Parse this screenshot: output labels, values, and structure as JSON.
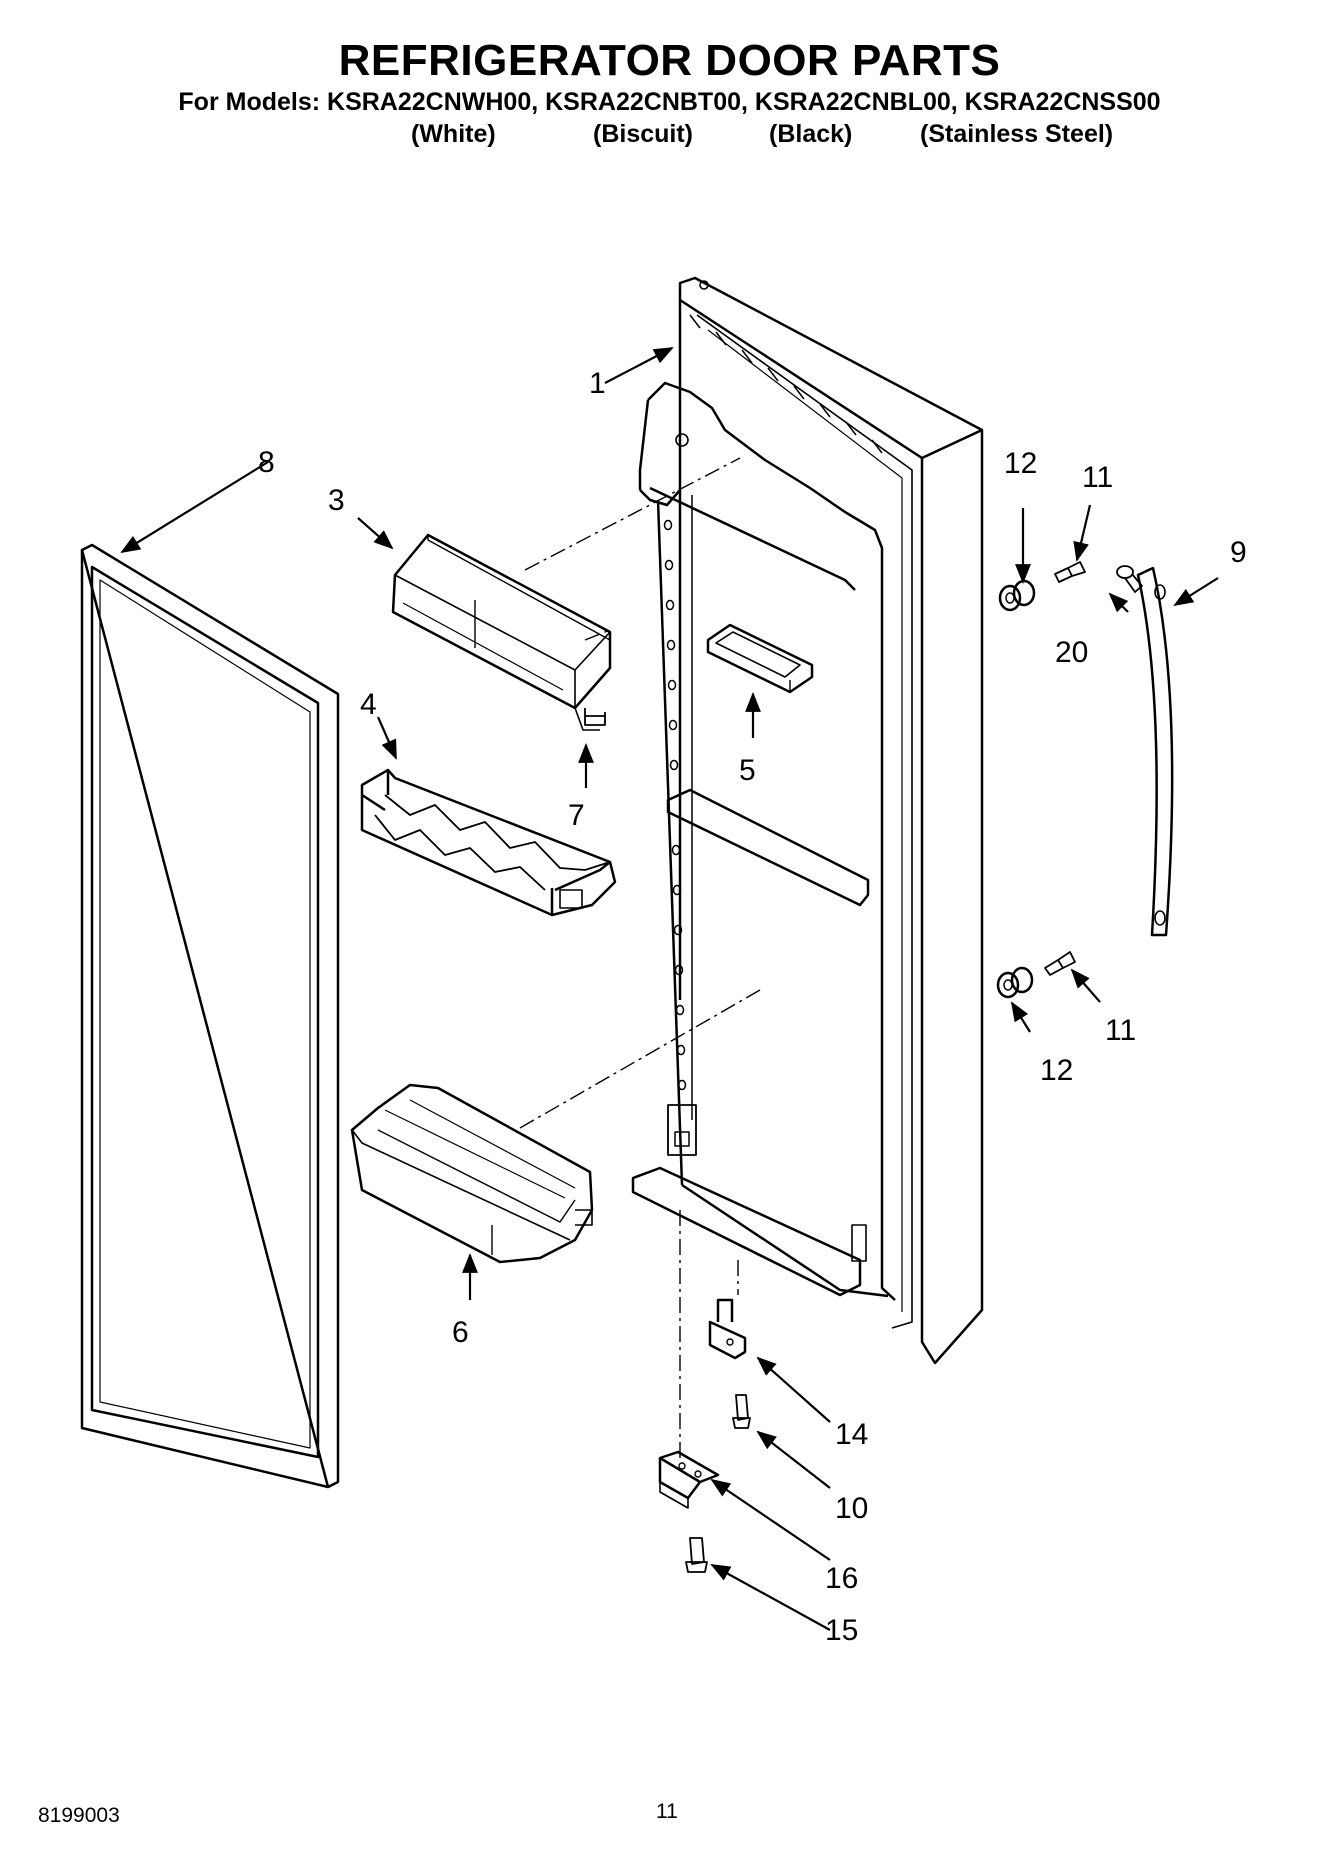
{
  "header": {
    "title": "REFRIGERATOR DOOR PARTS",
    "models_line": "For Models: KSRA22CNWH00, KSRA22CNBT00, KSRA22CNBL00, KSRA22CNSS00",
    "finishes": [
      "(White)",
      "(Biscuit)",
      "(Black)",
      "(Stainless Steel)"
    ]
  },
  "callouts": {
    "c1": "1",
    "c3": "3",
    "c4": "4",
    "c5": "5",
    "c6": "6",
    "c7": "7",
    "c8": "8",
    "c9": "9",
    "c10": "10",
    "c11a": "11",
    "c11b": "11",
    "c12a": "12",
    "c12b": "12",
    "c14": "14",
    "c15": "15",
    "c16": "16",
    "c20": "20"
  },
  "footer": {
    "doc_number": "8199003",
    "page_number": "11"
  }
}
